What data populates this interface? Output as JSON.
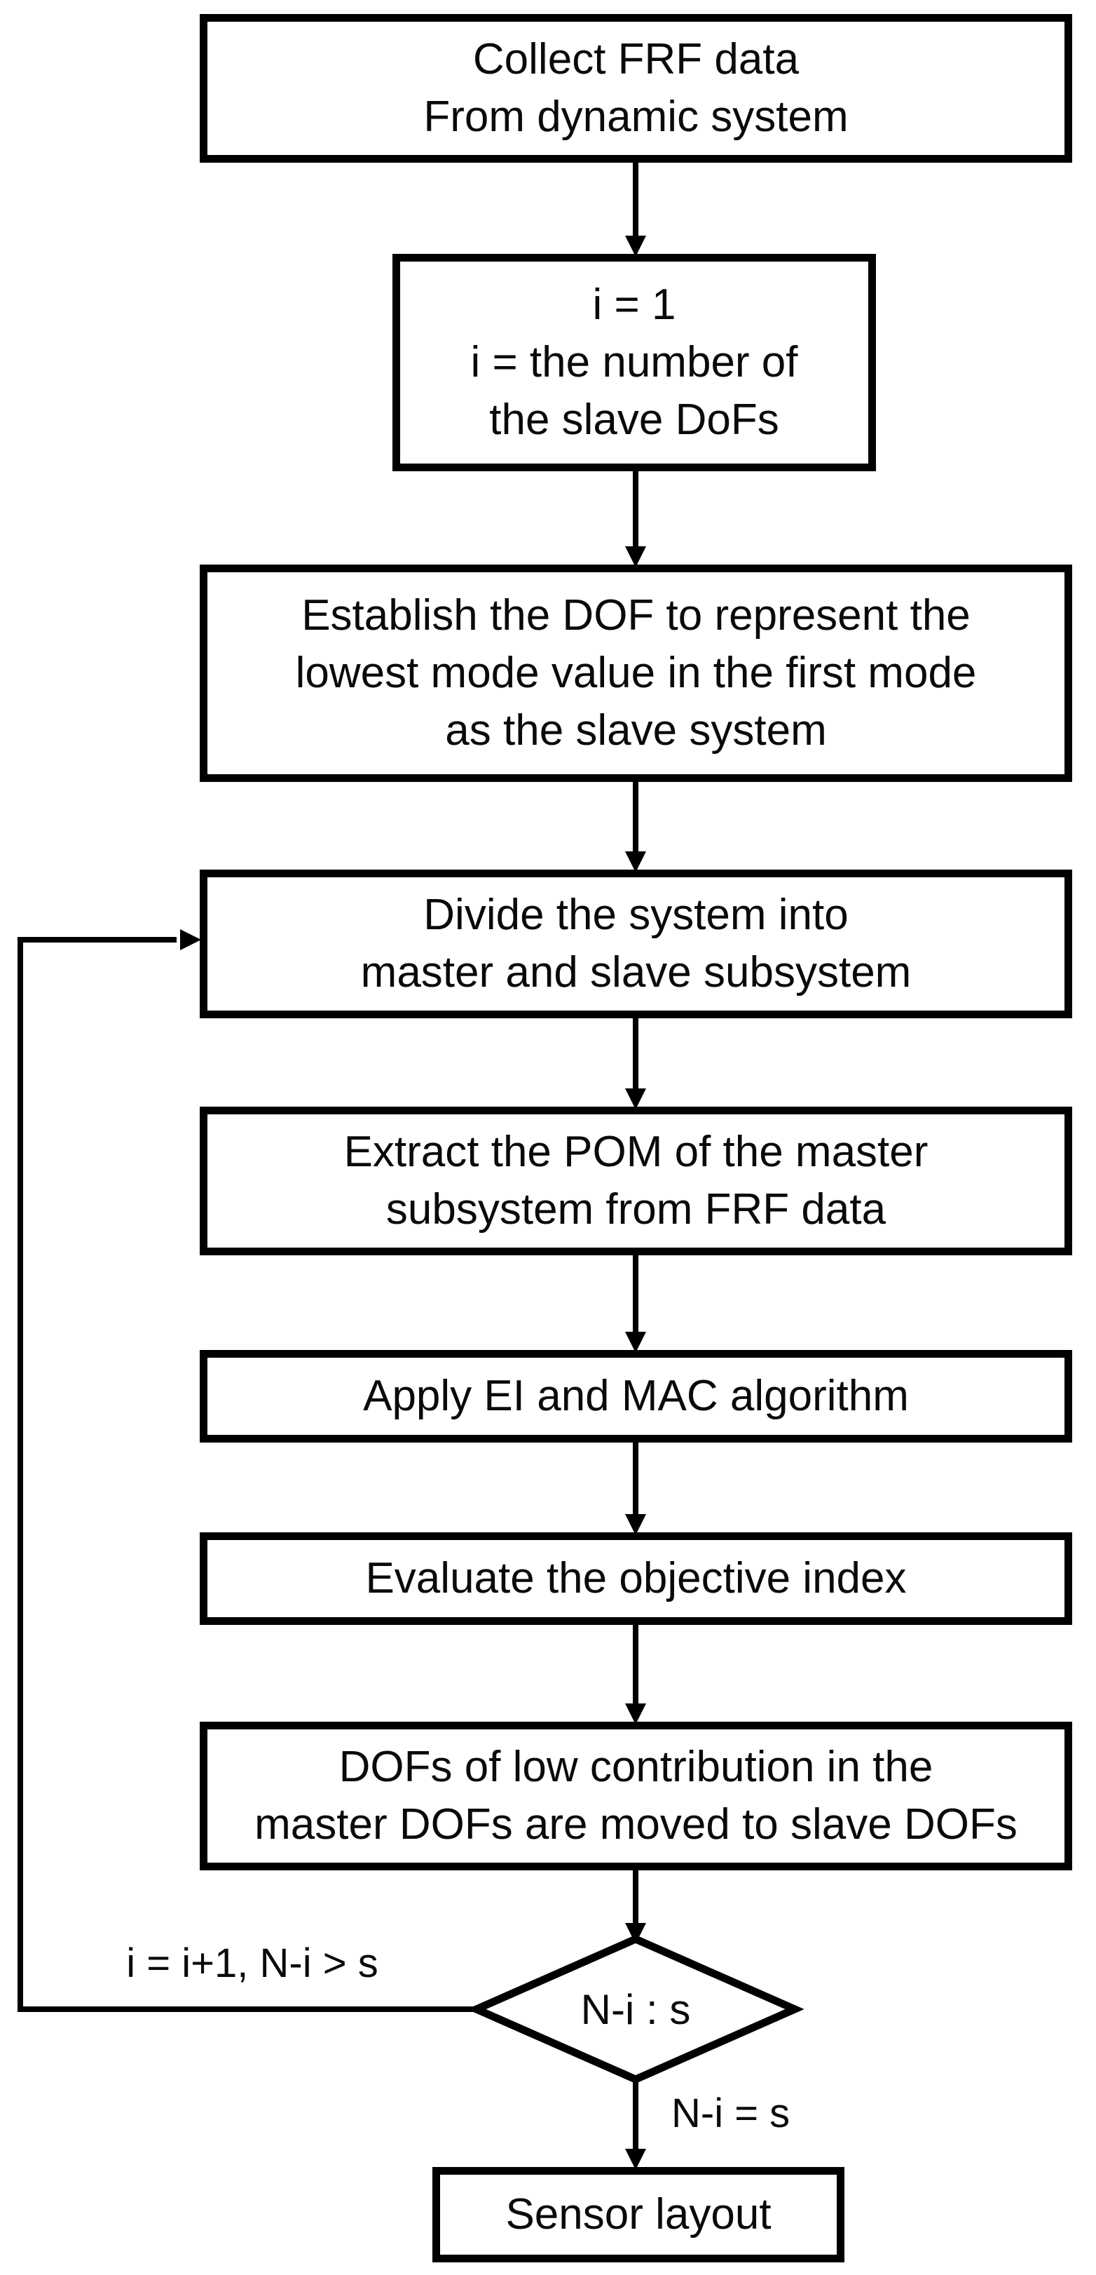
{
  "flowchart": {
    "steps": [
      "Collect FRF data\nFrom dynamic system",
      "i = 1\ni = the number of\nthe slave DoFs",
      "Establish the DOF to represent the\nlowest mode value in the first mode\nas the slave system",
      "Divide the system into\nmaster and slave subsystem",
      "Extract the POM of the master\nsubsystem from FRF data",
      "Apply EI and MAC algorithm",
      "Evaluate the objective index",
      "DOFs of low contribution in the\nmaster DOFs are moved to slave DOFs",
      "Sensor layout"
    ],
    "decision": "N-i : s",
    "loop_label": "i = i+1, N-i > s",
    "exit_label": "N-i = s",
    "colors": {
      "ink": "#000000",
      "background": "#ffffff"
    }
  }
}
